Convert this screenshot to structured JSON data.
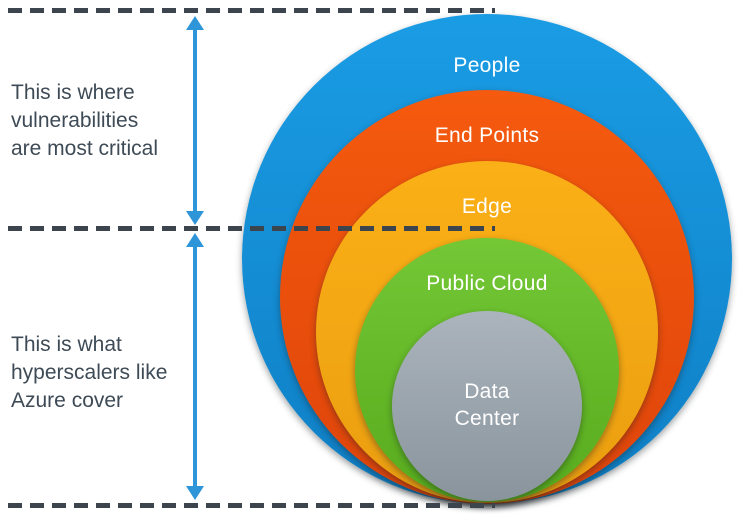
{
  "diagram": {
    "description_note": "Nested circles security-coverage diagram",
    "annotations": {
      "critical": "This is where\nvulnerabilities\nare most critical",
      "azure": "This is what\nhyperscalers like\nAzure cover"
    },
    "rings": [
      {
        "label": "People",
        "gradient_top": "#1a9ce4",
        "gradient_bottom": "#0f7fc5"
      },
      {
        "label": "End Points",
        "gradient_top": "#f55a0e",
        "gradient_bottom": "#de440a"
      },
      {
        "label": "Edge",
        "gradient_top": "#fbb017",
        "gradient_bottom": "#ea9e10"
      },
      {
        "label": "Public Cloud",
        "gradient_top": "#74c735",
        "gradient_bottom": "#57ab1d"
      },
      {
        "label": "Data Center",
        "gradient_top": "#abb4bc",
        "gradient_bottom": "#89949d"
      }
    ],
    "colors": {
      "background": "#ffffff",
      "dashed_line": "#3c454d",
      "arrow": "#2e96d8",
      "note_text": "#3e4b56",
      "ring_label_text": "#ffffff"
    }
  }
}
